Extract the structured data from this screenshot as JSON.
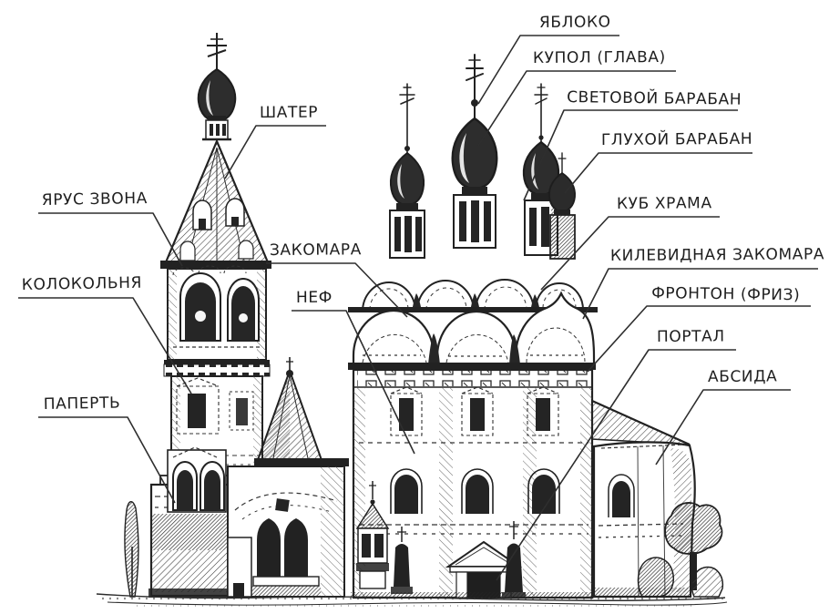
{
  "diagram": {
    "colors": {
      "ink": "#222222",
      "background": "#ffffff"
    },
    "labels": [
      {
        "id": "apple",
        "text": "ЯБЛОКО"
      },
      {
        "id": "cupola-glava",
        "text": "КУПОЛ (ГЛАВА)"
      },
      {
        "id": "light-drum",
        "text": "СВЕТОВОЙ БАРАБАН"
      },
      {
        "id": "blind-drum",
        "text": "ГЛУХОЙ БАРАБАН"
      },
      {
        "id": "temple-cube",
        "text": "КУБ ХРАМА"
      },
      {
        "id": "keel-zakomara",
        "text": "КИЛЕВИДНАЯ ЗАКОМАРА"
      },
      {
        "id": "pediment-frieze",
        "text": "ФРОНТОН (ФРИЗ)"
      },
      {
        "id": "portal",
        "text": "ПОРТАЛ"
      },
      {
        "id": "apse",
        "text": "АБСИДА"
      },
      {
        "id": "tent-roof",
        "text": "ШАТЕР"
      },
      {
        "id": "bell-tier",
        "text": "ЯРУС ЗВОНА"
      },
      {
        "id": "bell-tower",
        "text": "КОЛОКОЛЬНЯ"
      },
      {
        "id": "zakomara",
        "text": "ЗАКОМАРА"
      },
      {
        "id": "nave",
        "text": "НЕФ"
      },
      {
        "id": "porch",
        "text": "ПАПЕРТЬ"
      }
    ]
  }
}
